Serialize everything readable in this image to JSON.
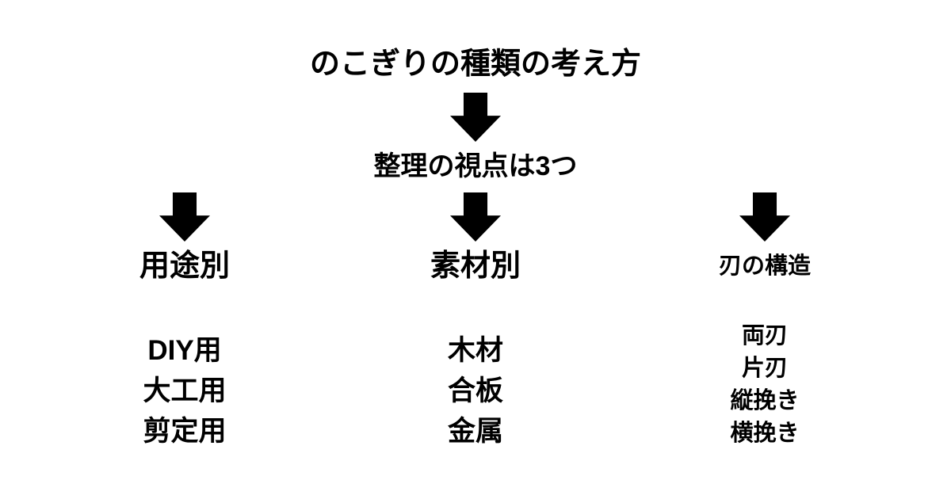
{
  "diagram": {
    "title": "のこぎりの種類の考え方",
    "subtitle": "整理の視点は3つ",
    "columns": [
      {
        "header": "用途別",
        "items": [
          "DIY用",
          "大工用",
          "剪定用"
        ]
      },
      {
        "header": "素材別",
        "items": [
          "木材",
          "合板",
          "金属"
        ]
      },
      {
        "header": "刃の構造",
        "items": [
          "両刃",
          "片刃",
          "縦挽き",
          "横挽き"
        ]
      }
    ],
    "icons": {
      "down_arrow": "solid-down-arrow"
    },
    "colors": {
      "background": "#ffffff",
      "text": "#000000",
      "arrow": "#000000"
    }
  }
}
